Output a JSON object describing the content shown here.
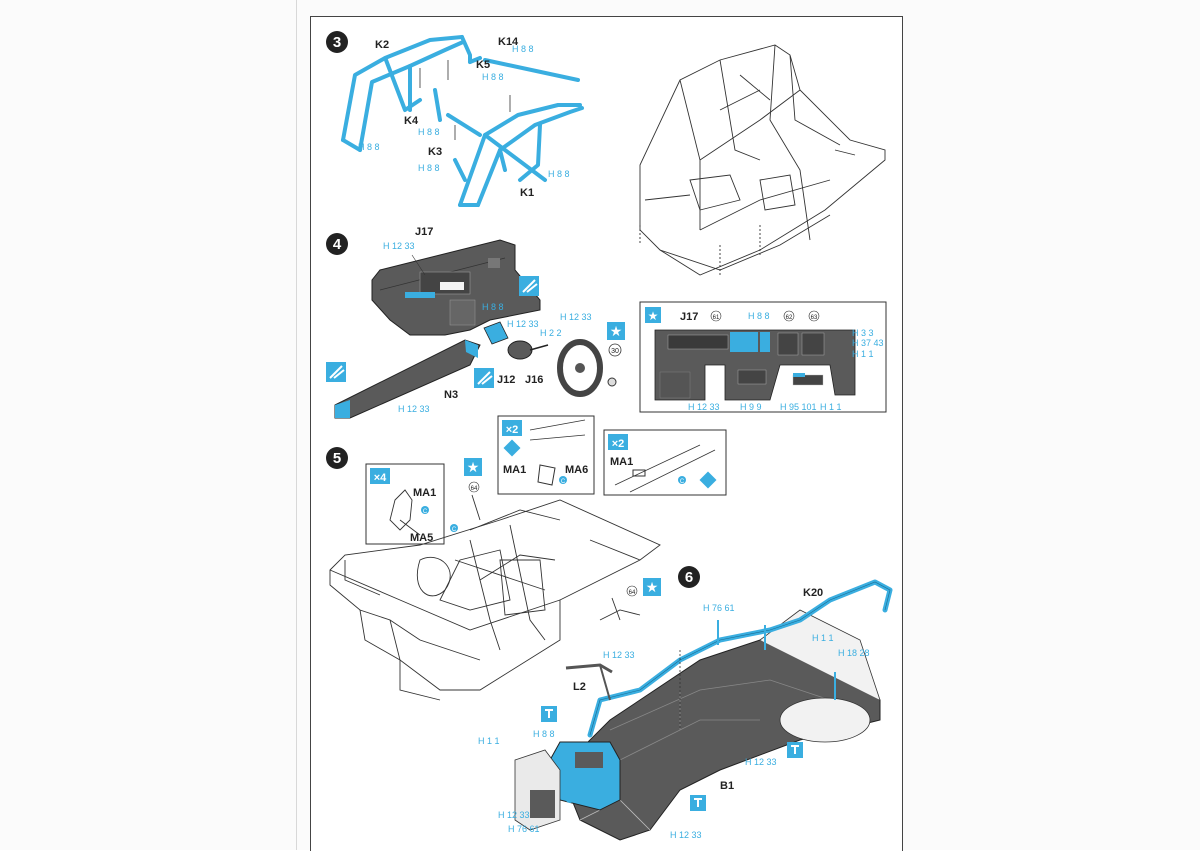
{
  "colors": {
    "accent": "#3aaee0",
    "part_gray": "#5a5a5a",
    "line": "#333333"
  },
  "steps": [
    {
      "number": "3",
      "labels": [
        "K2",
        "K14",
        "K5",
        "K4",
        "K3",
        "K1"
      ],
      "part_codes": [
        "H 8 8",
        "H 8 8",
        "H 8 8",
        "H 8 8",
        "H 8 8",
        "H 8 8"
      ]
    },
    {
      "number": "4",
      "labels": [
        "J17",
        "N3",
        "J12",
        "J16"
      ],
      "part_codes": [
        "H 12 33",
        "H 8 8",
        "H 12 33",
        "H 2 2",
        "H 12 33",
        "H 12 33"
      ],
      "decal_numbers": [
        "30"
      ],
      "detail": {
        "label": "J17",
        "decal_numbers": [
          "61",
          "62",
          "63"
        ],
        "part_codes": [
          "H 8 8",
          "H 3 3",
          "H 37 43",
          "H 1 1",
          "H 12 33",
          "H 9 9",
          "H 95 101",
          "H 1 1"
        ]
      }
    },
    {
      "number": "5",
      "labels": [
        "MA1",
        "MA5",
        "MA1",
        "MA6",
        "MA1"
      ],
      "multipliers": [
        "×4",
        "×2",
        "×2"
      ],
      "decal_numbers": [
        "64",
        "64"
      ],
      "markers": [
        "C",
        "C",
        "C",
        "C"
      ]
    },
    {
      "number": "6",
      "labels": [
        "K20",
        "L2",
        "B1"
      ],
      "part_codes": [
        "H 76 61",
        "H 1 1",
        "H 18 28",
        "H 12 33",
        "H 8 8",
        "H 1 1",
        "H 12 33",
        "H 12 33",
        "H 76 61",
        "H 12 33"
      ]
    }
  ]
}
